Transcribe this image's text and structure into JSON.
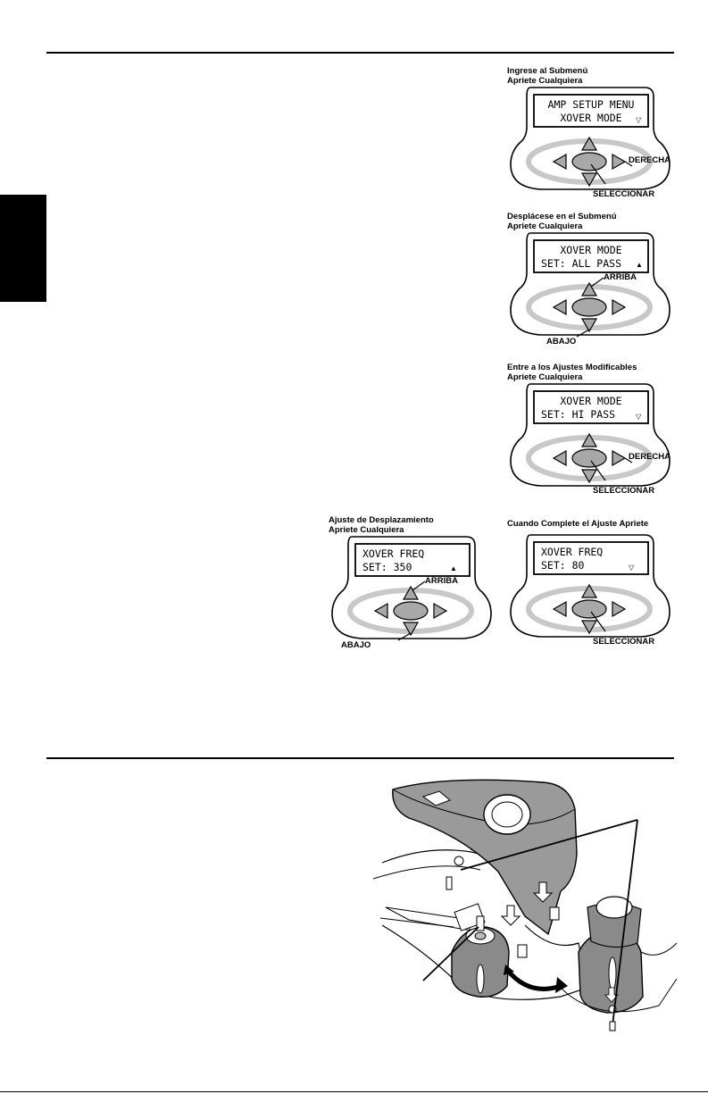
{
  "remotes": [
    {
      "id": "r1",
      "caption": [
        "Ingrese al Submenú",
        "Apriete Cualquiera"
      ],
      "lcd": [
        "AMP SETUP MENU",
        "XOVER MODE"
      ],
      "indicator": "▽",
      "labels": {
        "right": "DERECHA",
        "bottom": "SELECCIONAR"
      }
    },
    {
      "id": "r2",
      "caption": [
        "Desplácese en el Submenú",
        "Apriete Cualquiera"
      ],
      "lcd": [
        "XOVER MODE",
        "SET:  ALL PASS"
      ],
      "indicator": "▲",
      "labels": {
        "up": "ARRIBA",
        "down": "ABAJO"
      }
    },
    {
      "id": "r3",
      "caption": [
        "Entre a los Ajustes Modificables",
        "Apriete Cualquiera"
      ],
      "lcd": [
        "XOVER MODE",
        "SET:    HI PASS"
      ],
      "indicator": "▽",
      "labels": {
        "right": "DERECHA",
        "bottom": "SELECCIONAR"
      }
    },
    {
      "id": "r4",
      "caption": [
        "Ajuste de Desplazamiento",
        "Apriete Cualquiera"
      ],
      "lcd": [
        "XOVER FREQ",
        "SET:   350"
      ],
      "indicator": "▲",
      "labels": {
        "up": "ARRIBA",
        "down": "ABAJO"
      }
    },
    {
      "id": "r5",
      "caption": [
        "Cuando Complete el Ajuste Apriete"
      ],
      "lcd": [
        "XOVER FREQ",
        "SET:   80"
      ],
      "indicator": "▽",
      "labels": {
        "bottom": "SELECCIONAR"
      }
    }
  ],
  "colors": {
    "ink": "#000000",
    "paper": "#ffffff",
    "button_gray": "#a8a8a8",
    "ring_gray": "#c8c8c8",
    "part_gray": "#8a8a8a"
  },
  "icons": {
    "page_tab": "black-section-tab",
    "illustration": "tonearm-assembly-illustration"
  }
}
